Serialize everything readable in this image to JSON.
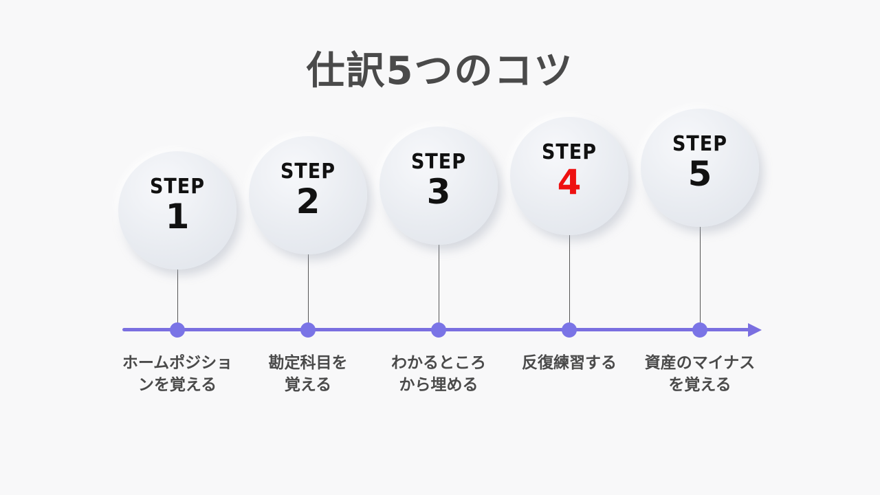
{
  "title": "仕訳5つのコツ",
  "steps": [
    {
      "step_word": "STEP",
      "number": "1",
      "label_line1": "ホームポジショ",
      "label_line2": "ンを覚える",
      "number_color": "#111111"
    },
    {
      "step_word": "STEP",
      "number": "2",
      "label_line1": "勘定科目を",
      "label_line2": "覚える",
      "number_color": "#111111"
    },
    {
      "step_word": "STEP",
      "number": "3",
      "label_line1": "わかるところ",
      "label_line2": "から埋める",
      "number_color": "#111111"
    },
    {
      "step_word": "STEP",
      "number": "4",
      "label_line1": "反復練習する",
      "label_line2": "",
      "number_color": "#ee1111"
    },
    {
      "step_word": "STEP",
      "number": "5",
      "label_line1": "資産のマイナス",
      "label_line2": "を覚える",
      "number_color": "#111111"
    }
  ],
  "colors": {
    "timeline": "#7a6fe0",
    "dot": "#7a74e6",
    "highlight": "#ee1111"
  }
}
